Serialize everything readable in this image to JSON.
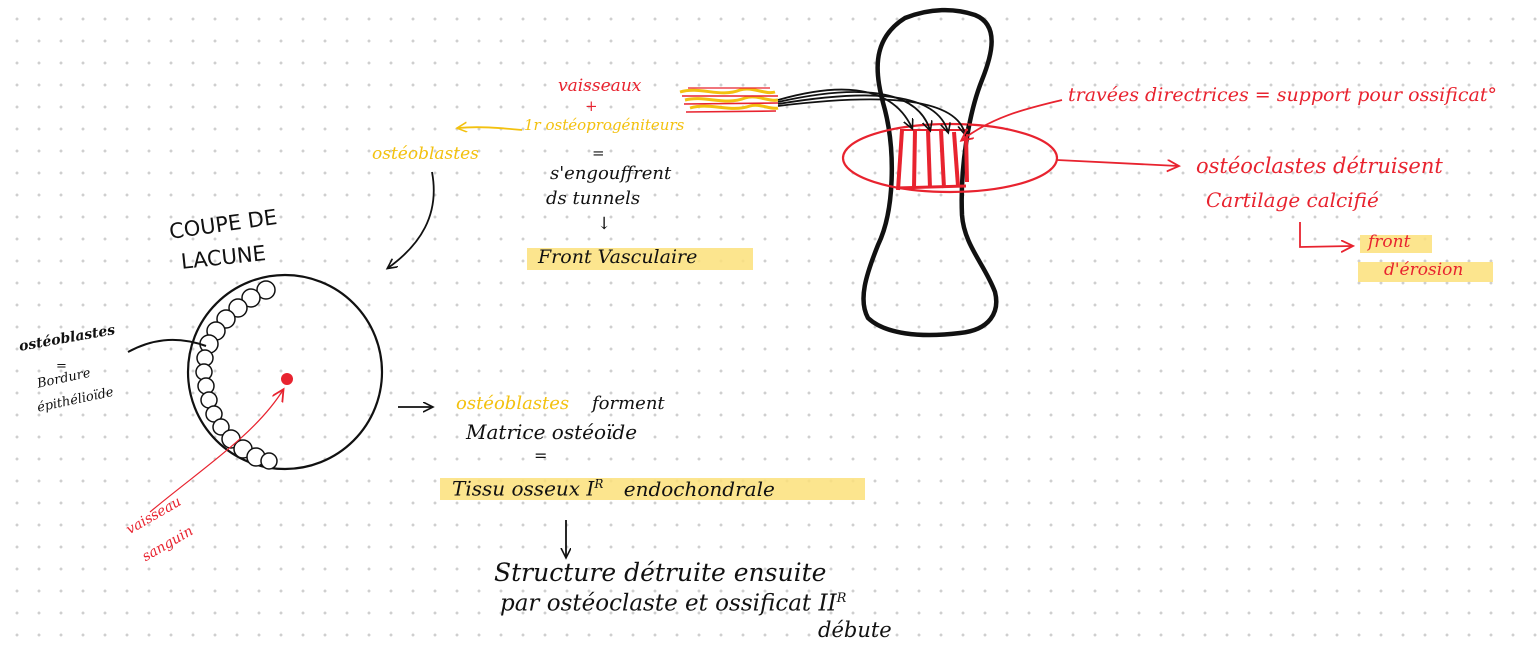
{
  "colors": {
    "ink": "#111111",
    "red": "#e8232f",
    "yellow": "#f3c10f",
    "highlight": "#fbe17a",
    "dot_grid": "#cfcfcf"
  },
  "labels": {
    "vaisseaux": "vaisseaux",
    "plus": "+",
    "osteoprogeniteurs": "1r ostéoprogéniteurs",
    "osteoblastes_top": "ostéoblastes",
    "equals_1": "=",
    "sengouffrent": "s'engouffrent",
    "ds_tunnels": "ds tunnels",
    "arrow_down_1": "↓",
    "front_vasculaire": "Front Vasculaire",
    "coupe_de": "COUPE DE",
    "lacune": "LACUNE",
    "osteoblastes_left": "ostéoblastes",
    "equals_2": "=",
    "bordure": "Bordure",
    "epithelioide": "épithélioïde",
    "vaisseau": "vaisseau",
    "sanguin": "sanguin",
    "osteoblastes_mid": "ostéoblastes",
    "forment": "forment",
    "matrice_osteoide": "Matrice ostéoïde",
    "equals_3": "=",
    "tissu_osseux": "Tissu osseux I",
    "tissu_sup": "R",
    "endochondrale": "endochondrale",
    "structure_line1": "Structure détruite ensuite",
    "structure_line2": "par ostéoclaste et ossificat II",
    "structure_sup": "R",
    "structure_line3": "débute",
    "travees": "travées directrices = support pour ossificat°",
    "osteoclastes_line1": "ostéoclastes détruisent",
    "osteoclastes_line2": "Cartilage calcifié",
    "front_line1": "front",
    "front_line2": "d'érosion"
  }
}
